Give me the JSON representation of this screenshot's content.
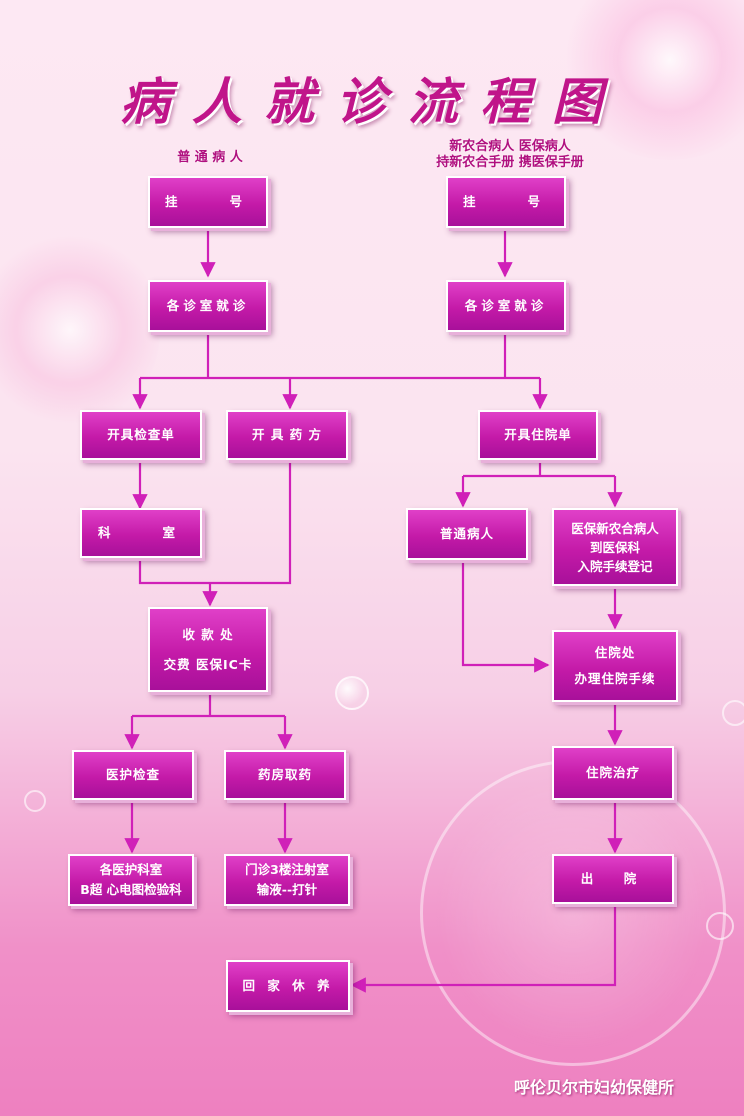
{
  "title": "病人就诊流程图",
  "captions": {
    "left": "普 通 病 人",
    "right_line1": "新农合病人   医保病人",
    "right_line2": "持新农合手册  携医保手册"
  },
  "nodes": {
    "register_left": "挂　　号",
    "register_right": "挂　　号",
    "consult_left": "各诊室就诊",
    "consult_right": "各诊室就诊",
    "exam_order": "开具检查单",
    "prescription": "开 具 药 方",
    "admission_order": "开具住院单",
    "department": "科　　室",
    "normal_patient": "普通病人",
    "insured_line1": "医保新农合病人",
    "insured_line2": "到医保科",
    "insured_line3": "入院手续登记",
    "cashier_line1": "收 款 处",
    "cashier_line2": "交费 医保IC卡",
    "admission_office_line1": "住院处",
    "admission_office_line2": "办理住院手续",
    "medical_exam": "医护检查",
    "pharmacy": "药房取药",
    "inpatient": "住院治疗",
    "depts_line1": "各医护科室",
    "depts_line2": "B超  心电图检验科",
    "injection_line1": "门诊3楼注射室",
    "injection_line2": "输液--打针",
    "discharge": "出　院",
    "home_rest": "回 家 休 养"
  },
  "footer": "呼伦贝尔市妇幼保健所",
  "colors": {
    "box": "#c41aa8",
    "line": "#d020b8",
    "title": "#c0158a"
  }
}
